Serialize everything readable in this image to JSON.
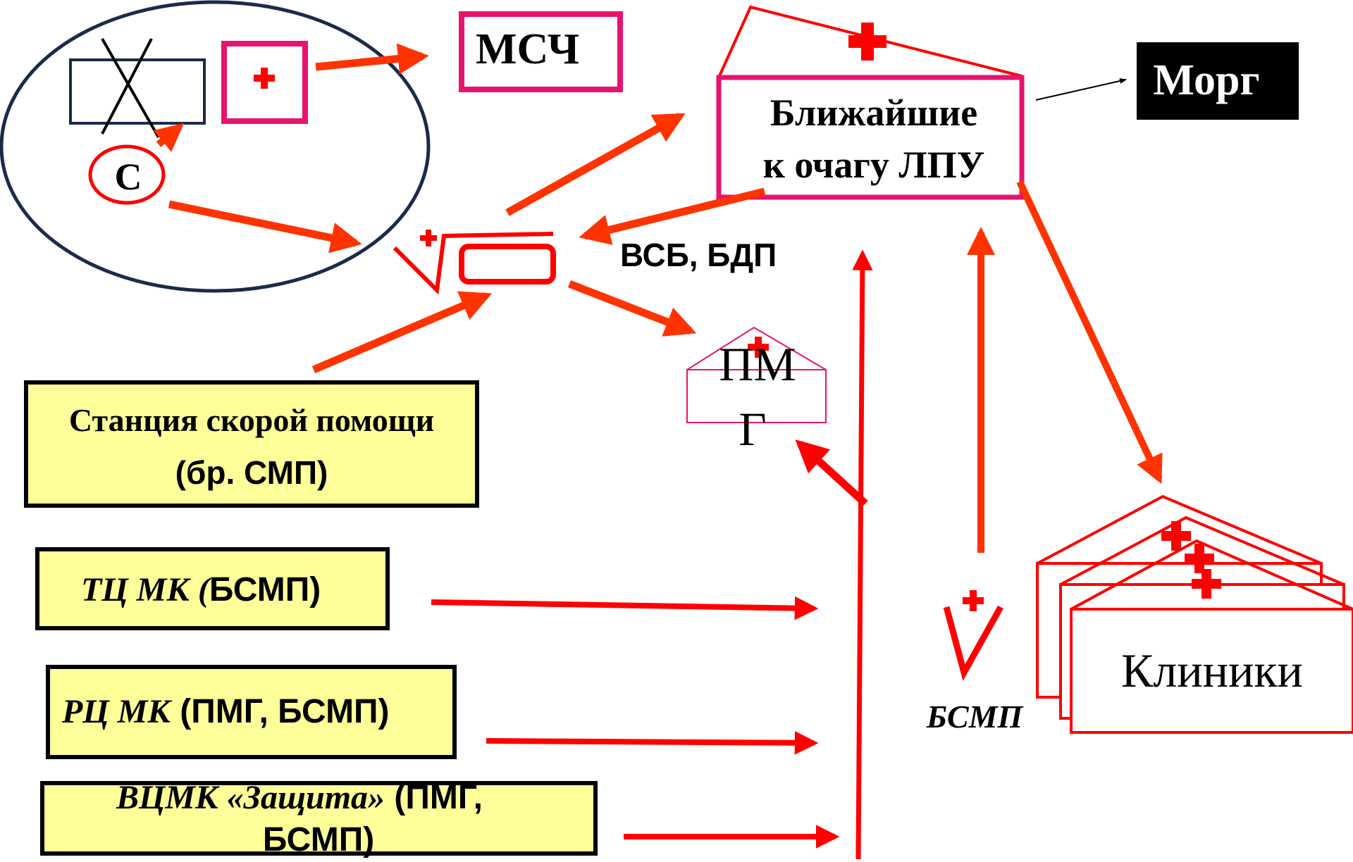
{
  "labels": {
    "msch": "МСЧ",
    "morg": "Морг",
    "nearest_line1": "Ближайшие",
    "nearest_line2": "к очагу ЛПУ",
    "circle_letter": "С",
    "vsb_bdp": "ВСБ, БДП",
    "pmg_line1": "ПМ",
    "pmg_line2": "Г",
    "bsmp": "БСМП",
    "clinics": "Клиники"
  },
  "boxes": {
    "ambulance_line1": "Станция скорой помощи",
    "ambulance_line2": "(бр. СМП)",
    "tc_mk_italic": "ТЦ МК (",
    "tc_mk_rest": "БСМП)",
    "rc_mk_italic": "РЦ МК",
    "rc_mk_rest": " (ПМГ, БСМП)",
    "vcmk_italic": "ВЦМК «Защита»",
    "vcmk_rest": " (ПМГ,",
    "vcmk_line2": "БСМП)"
  },
  "colors": {
    "arrow": "#ff3300",
    "red": "#ff0000",
    "magenta": "#e6136f",
    "navy": "#1a2b4a",
    "yellow": "#ffff99",
    "black": "#000000"
  }
}
